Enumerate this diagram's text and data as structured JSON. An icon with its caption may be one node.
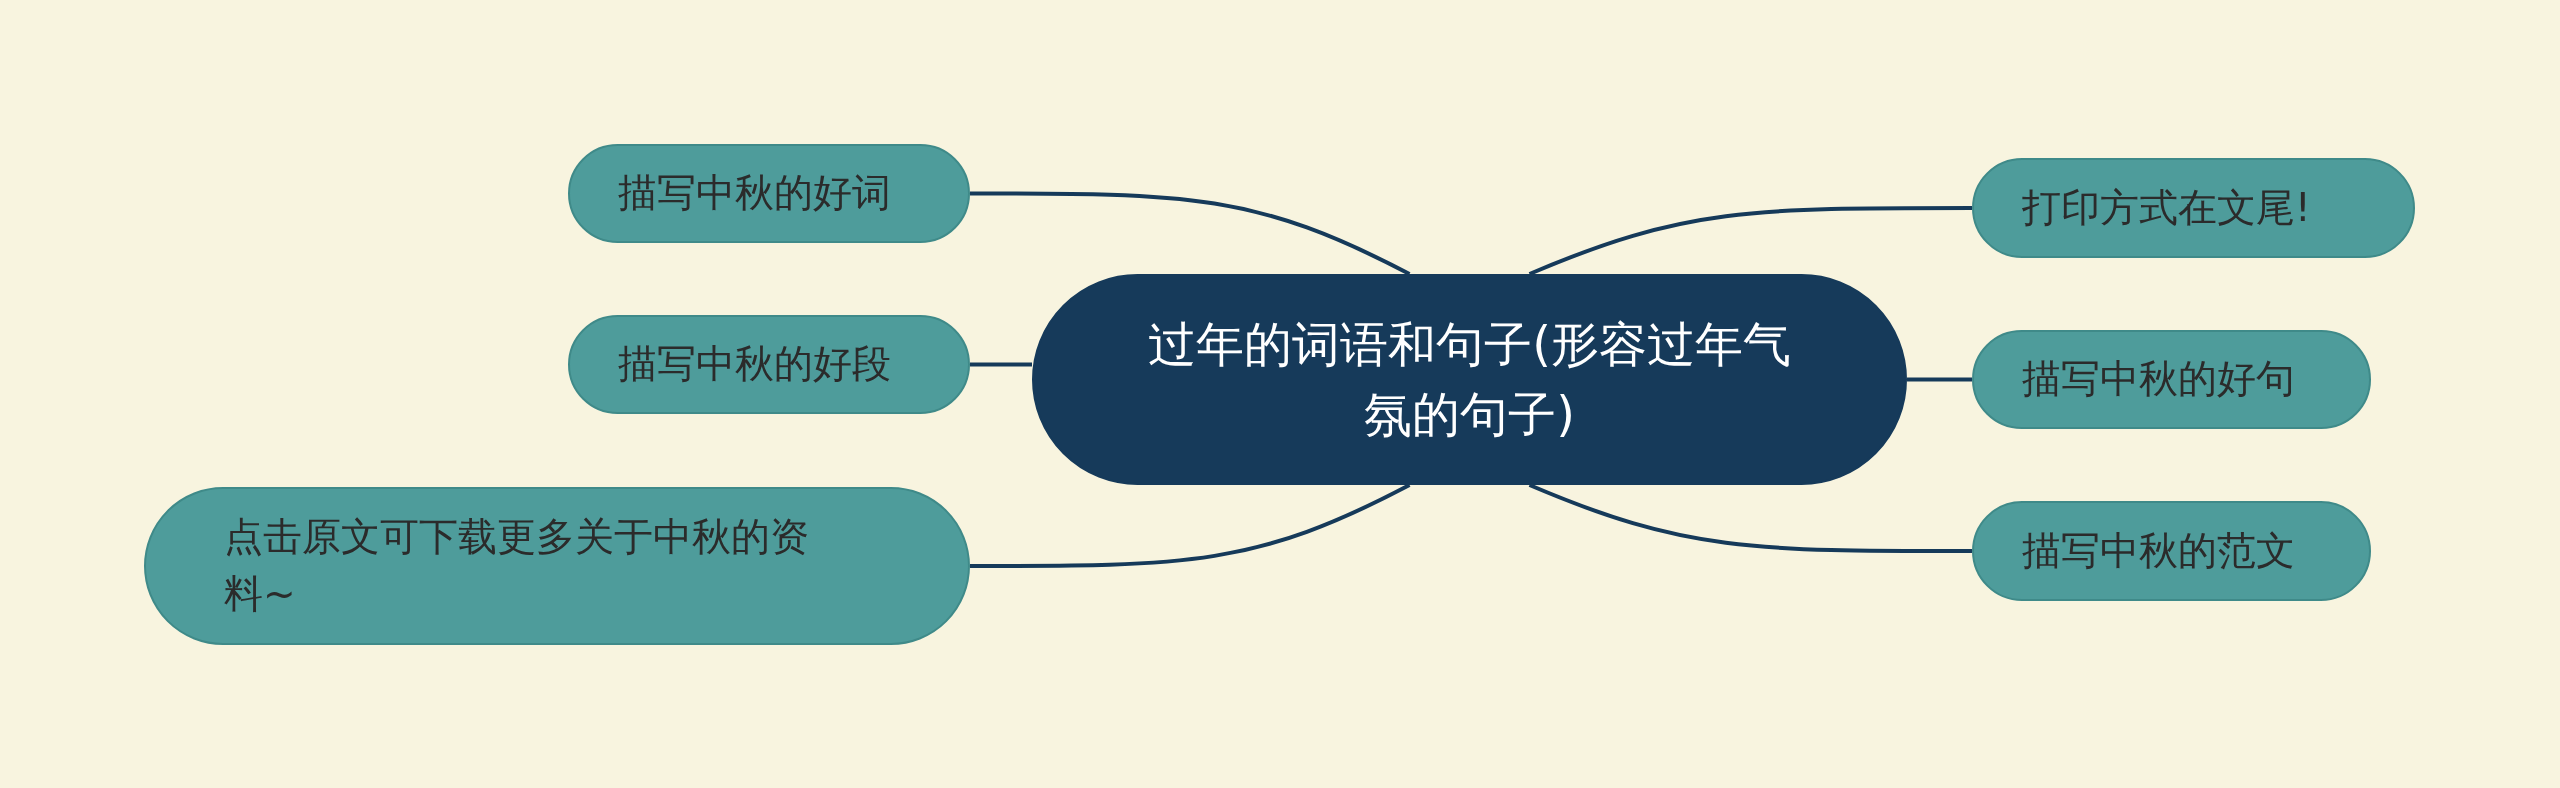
{
  "diagram": {
    "nodes": [
      {
        "text": [
          "过年的词语和句子(形容过年气氛的句子)"
        ]
      },
      {
        "text": [
          "描写中秋的好词"
        ]
      },
      {
        "text": [
          "描写中秋的好段"
        ]
      },
      {
        "text": [
          "点击原文可下载更多关于中秋的资料~"
        ]
      },
      {
        "text": [
          "打印方式在文尾!"
        ]
      },
      {
        "text": [
          "描写中秋的好句"
        ]
      },
      {
        "text": [
          "描写中秋的范文"
        ]
      }
    ],
    "edges": [
      {
        "from": 0,
        "to": 1,
        "arrow": "none"
      },
      {
        "from": 0,
        "to": 2,
        "arrow": "none"
      },
      {
        "from": 0,
        "to": 3,
        "arrow": "none"
      },
      {
        "from": 0,
        "to": 4,
        "arrow": "none"
      },
      {
        "from": 0,
        "to": 5,
        "arrow": "none"
      },
      {
        "from": 0,
        "to": 6,
        "arrow": "none"
      }
    ]
  }
}
